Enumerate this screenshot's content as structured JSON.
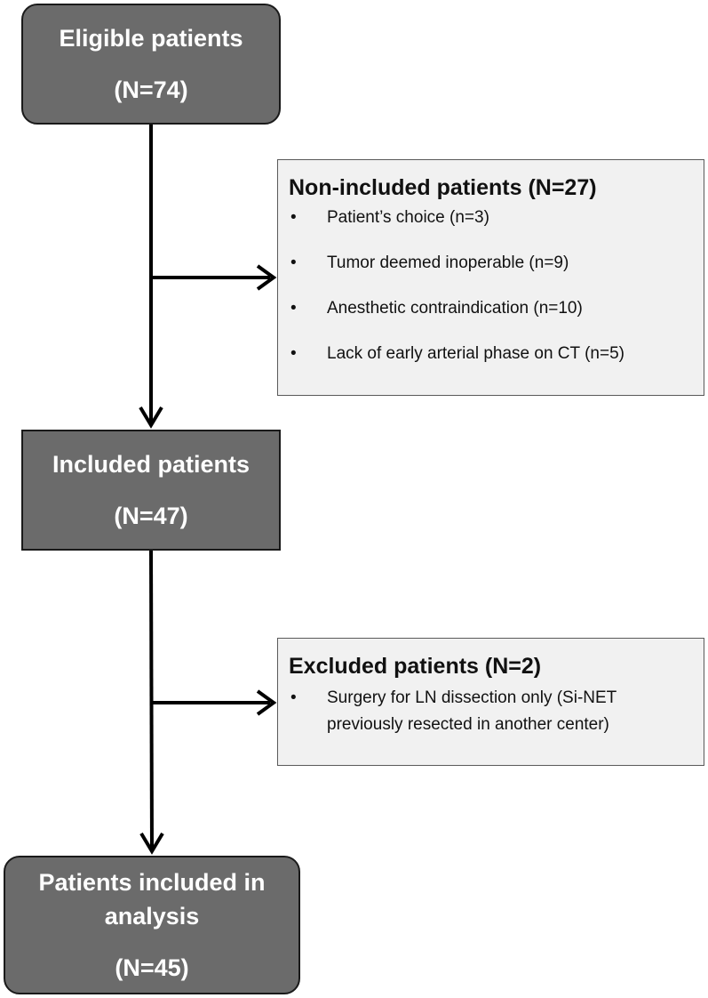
{
  "boxes": {
    "eligible": {
      "label": "Eligible patients",
      "count": "(N=74)"
    },
    "included": {
      "label": "Included patients",
      "count": "(N=47)"
    },
    "analysis": {
      "label_line1": "Patients included in",
      "label_line2": "analysis",
      "count": "(N=45)"
    }
  },
  "non_included": {
    "title": "Non-included patients (N=27)",
    "bullet": "•",
    "items": [
      "Patient’s choice (n=3)",
      "Tumor deemed inoperable (n=9)",
      "Anesthetic contraindication (n=10)",
      "Lack of early arterial phase on CT (n=5)"
    ]
  },
  "excluded": {
    "title": "Excluded patients (N=2)",
    "bullet": "•",
    "items": [
      "Surgery for LN dissection only (Si-NET previously resected in another center)"
    ]
  },
  "colors": {
    "main_box_fill": "#6b6b6b",
    "side_box_fill": "#f1f1f1",
    "connector": "#000000"
  }
}
